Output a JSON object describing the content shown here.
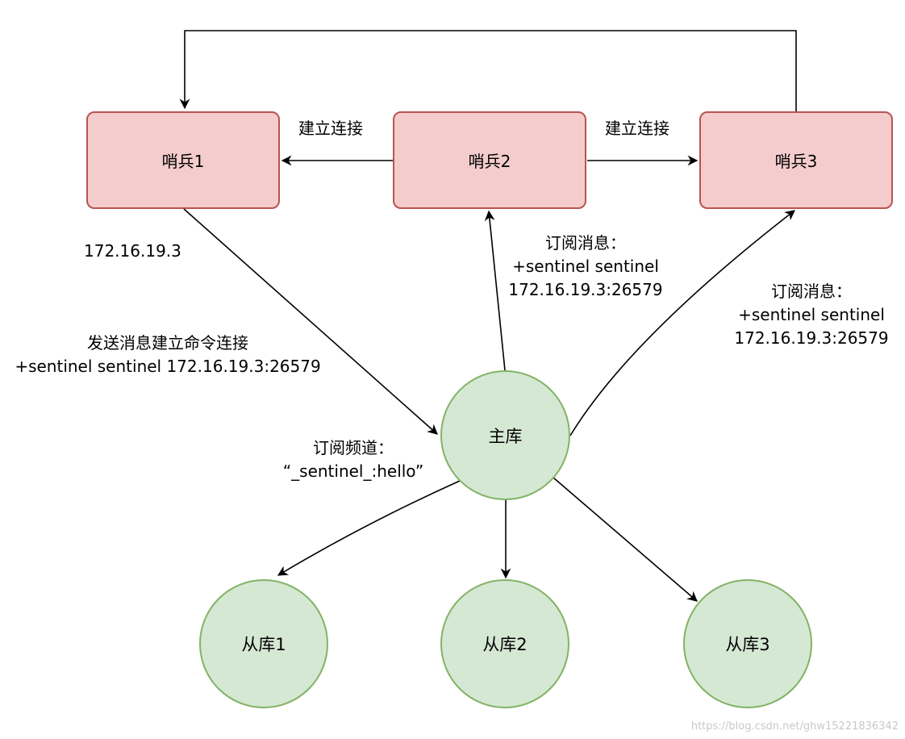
{
  "sentinels": {
    "s1": "哨兵1",
    "s2": "哨兵2",
    "s3": "哨兵3"
  },
  "master": "主库",
  "replicas": {
    "r1": "从库1",
    "r2": "从库2",
    "r3": "从库3"
  },
  "edge_labels": {
    "connect_left": "建立连接",
    "connect_right": "建立连接",
    "sentinel1_ip": "172.16.19.3",
    "publish_line1": "发送消息建立命令连接",
    "publish_line2": "+sentinel sentinel 172.16.19.3:26579",
    "sub2_line1": "订阅消息：",
    "sub2_line2": "+sentinel sentinel",
    "sub2_line3": "172.16.19.3:26579",
    "sub3_line1": "订阅消息：",
    "sub3_line2": "+sentinel sentinel",
    "sub3_line3": "172.16.19.3:26579",
    "channel_line1": "订阅频道：",
    "channel_line2": "“_sentinel_:hello”"
  },
  "watermark": "https://blog.csdn.net/ghw15221836342",
  "colors": {
    "sentinel_fill": "#f4cccc",
    "sentinel_stroke": "#b85450",
    "node_fill": "#d5e8d4",
    "node_stroke": "#82b366",
    "edge": "#000000"
  }
}
